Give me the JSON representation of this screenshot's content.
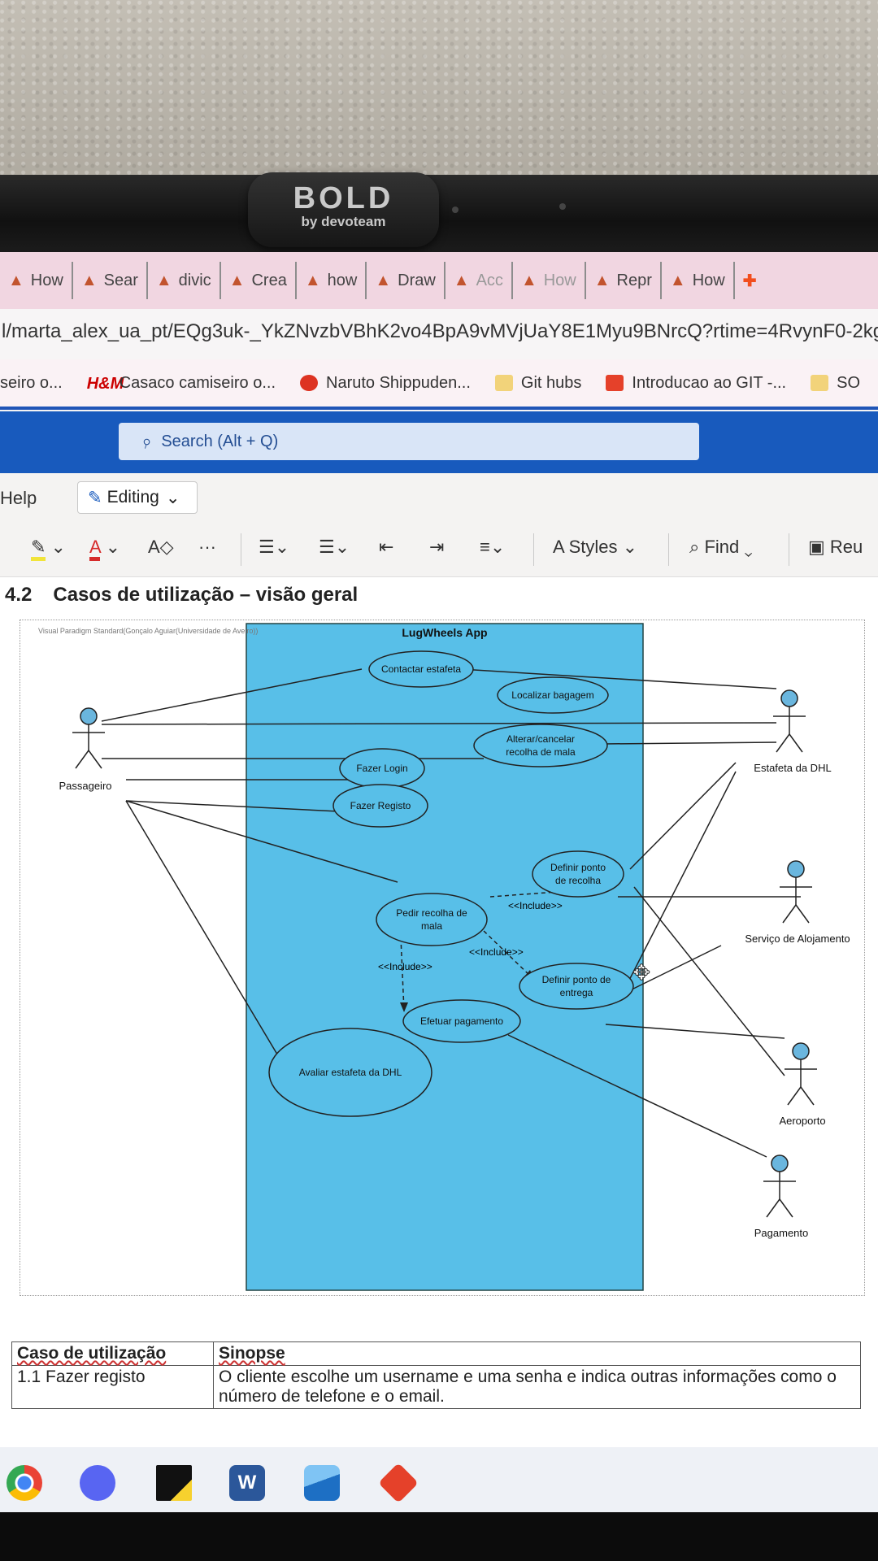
{
  "webcam": {
    "brand": "BOLD",
    "sub": "by devoteam"
  },
  "browser": {
    "tabs": [
      "How",
      "Sear",
      "divic",
      "Crea",
      "how",
      "Draw",
      "Acc",
      "How",
      "Repr",
      "How"
    ],
    "url": "l/marta_alex_ua_pt/EQg3uk-_YkZNvzbVBhK2vo4BpA9vMVjUaY8E1Myu9BNrcQ?rtime=4RvynF0-2kg",
    "bookmarks": [
      {
        "label": "seiro o...",
        "icon": "none"
      },
      {
        "label": "Casaco camiseiro o...",
        "icon": "hm-logo-icon"
      },
      {
        "label": "Naruto Shippuden...",
        "icon": "apple-icon"
      },
      {
        "label": "Git hubs",
        "icon": "folder-icon"
      },
      {
        "label": "Introducao ao GIT -...",
        "icon": "youtube-icon"
      },
      {
        "label": "SO",
        "icon": "folder-icon"
      }
    ]
  },
  "office": {
    "search_placeholder": "Search (Alt + Q)",
    "help": "Help",
    "mode": "Editing",
    "styles": "Styles",
    "find": "Find",
    "reuse": "Reu"
  },
  "doc": {
    "section_number": "4.2",
    "section_title": "Casos de utilização – visão geral",
    "diagram": {
      "watermark": "Visual Paradigm Standard(Gonçalo Aguiar(Universidade de Aveiro))",
      "system": "LugWheels App",
      "actors": {
        "passageiro": "Passageiro",
        "estafeta": "Estafeta da DHL",
        "alojamento": "Serviço de Alojamento",
        "aeroporto": "Aeroporto",
        "pagamento": "Pagamento"
      },
      "use_cases": {
        "contactar": "Contactar estafeta",
        "localizar": "Localizar bagagem",
        "alterar1": "Alterar/cancelar",
        "alterar2": "recolha de mala",
        "login": "Fazer Login",
        "registo": "Fazer Registo",
        "definir_recolha1": "Definir ponto",
        "definir_recolha2": "de recolha",
        "pedir1": "Pedir recolha de",
        "pedir2": "mala",
        "definir_entrega1": "Definir ponto de",
        "definir_entrega2": "entrega",
        "pagamento": "Efetuar pagamento",
        "avaliar": "Avaliar estafeta da DHL"
      },
      "include": "<<Include>>"
    },
    "table": {
      "headers": [
        "Caso de utilização",
        "Sinopse"
      ],
      "rows": [
        [
          "1.1 Fazer registo",
          "O cliente escolhe um username e uma senha e indica outras informações como o número de telefone e o email."
        ]
      ]
    }
  },
  "colors": {
    "system_fill": "#58bfe8",
    "actor_head": "#6ab6de",
    "office_blue": "#185abd"
  }
}
